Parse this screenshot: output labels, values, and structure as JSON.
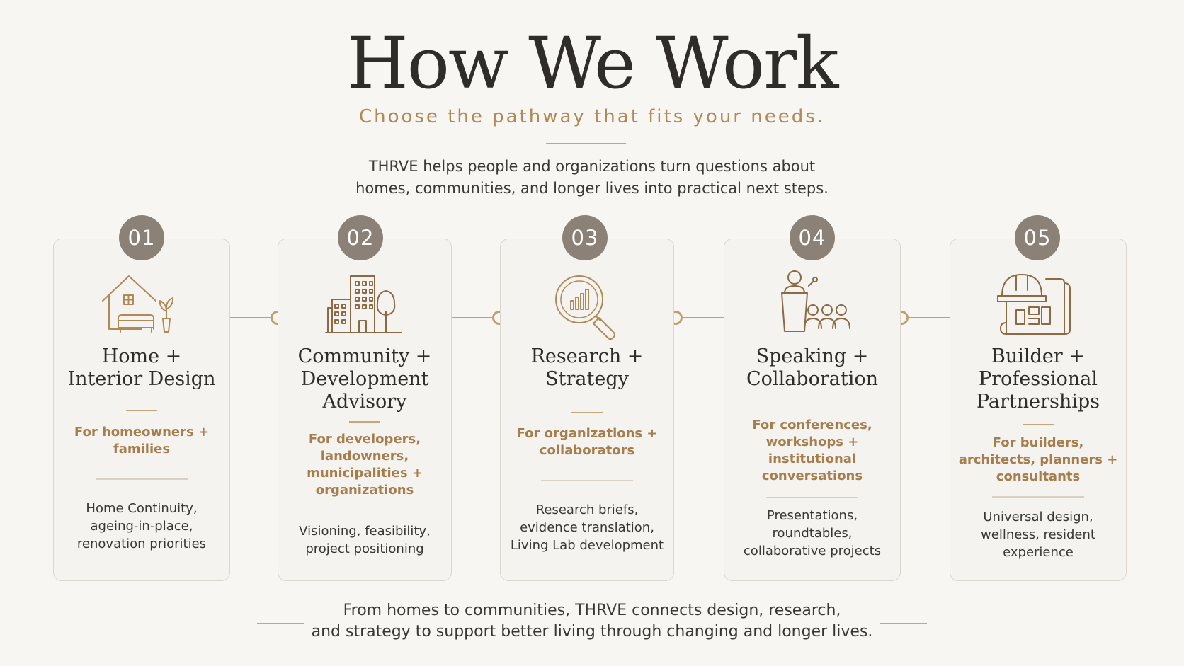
{
  "title": "How We Work",
  "subtitle": "Choose the pathway that fits your needs.",
  "intro": [
    "THRVE helps people and organizations turn questions about",
    "homes, communities, and longer lives into practical next steps."
  ],
  "pathways": [
    {
      "number": "01",
      "icon": "house-interior-icon",
      "title": [
        "Home +",
        "Interior Design"
      ],
      "audience": [
        "For homeowners +",
        "families"
      ],
      "services": [
        "Home Continuity,",
        "ageing-in-place,",
        "renovation priorities"
      ]
    },
    {
      "number": "02",
      "icon": "buildings-icon",
      "title": [
        "Community +",
        "Development",
        "Advisory"
      ],
      "audience": [
        "For developers,",
        "landowners,",
        "municipalities +",
        "organizations"
      ],
      "services": [
        "Visioning, feasibility,",
        "project positioning"
      ]
    },
    {
      "number": "03",
      "icon": "magnifier-chart-icon",
      "title": [
        "Research +",
        "Strategy"
      ],
      "audience": [
        "For organizations +",
        "collaborators"
      ],
      "services": [
        "Research briefs,",
        "evidence translation,",
        "Living Lab development"
      ]
    },
    {
      "number": "04",
      "icon": "speaker-audience-icon",
      "title": [
        "Speaking +",
        "Collaboration"
      ],
      "audience": [
        "For conferences,",
        "workshops +",
        "institutional",
        "conversations"
      ],
      "services": [
        "Presentations,",
        "roundtables,",
        "collaborative projects"
      ]
    },
    {
      "number": "05",
      "icon": "hardhat-blueprint-icon",
      "title": [
        "Builder +",
        "Professional",
        "Partnerships"
      ],
      "audience": [
        "For builders,",
        "architects, planners +",
        "consultants"
      ],
      "services": [
        "Universal design,",
        "wellness, resident",
        "experience"
      ]
    }
  ],
  "footer": [
    "From homes to communities, THRVE connects design, research,",
    "and strategy to support better living through changing and longer lives."
  ],
  "colors": {
    "background": "#f8f6f3",
    "accent": "#b08a56",
    "badge": "#8c8177",
    "card_border": "#ddd6cd",
    "text": "#3a3632"
  }
}
